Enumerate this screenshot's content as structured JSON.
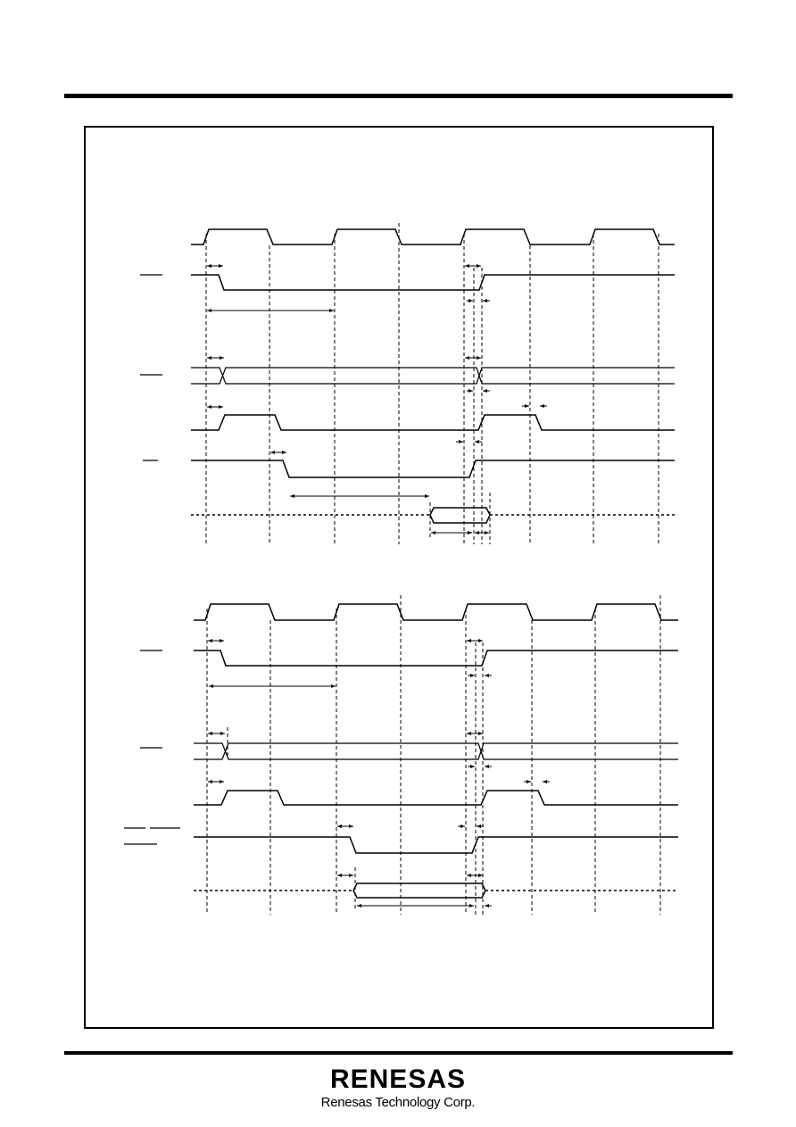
{
  "footer": {
    "brand_logo": "RENESAS",
    "company_name": "Renesas Technology Corp."
  },
  "colors": {
    "ink": "#000000",
    "paper": "#ffffff"
  },
  "diagram": {
    "panel_count": 2,
    "clock_cycles_per_panel": 4
  }
}
